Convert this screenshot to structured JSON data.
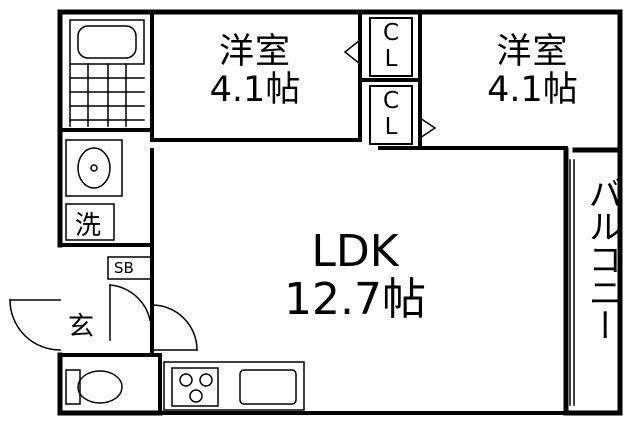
{
  "rooms": {
    "western_left": {
      "name": "洋室",
      "size": "4.1帖"
    },
    "western_right": {
      "name": "洋室",
      "size": "4.1帖"
    },
    "ldk": {
      "name": "LDK",
      "size": "12.7帖"
    }
  },
  "closets": {
    "top": "C\nL",
    "bottom": "C\nL"
  },
  "labels": {
    "laundry": "洗",
    "shoe_box": "SB",
    "entrance": "玄",
    "balcony": "バルコニー"
  }
}
